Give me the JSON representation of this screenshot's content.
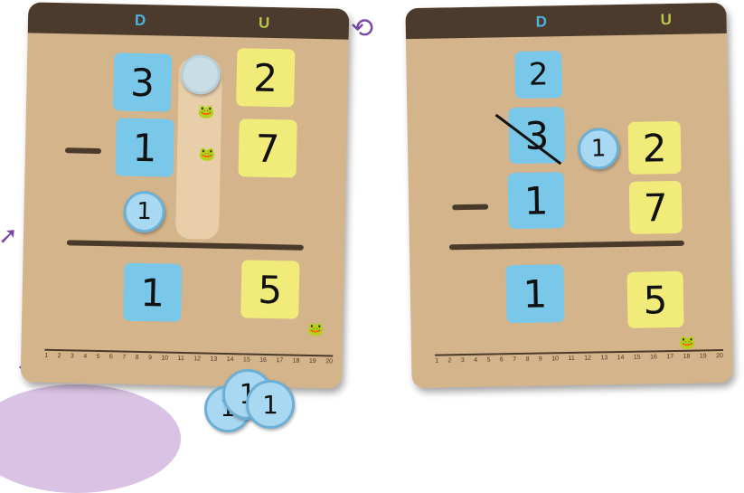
{
  "labels": {
    "tens": "D",
    "units": "U"
  },
  "board_left": {
    "top_tens": "3",
    "top_units": "2",
    "sub_tens": "1",
    "sub_units": "7",
    "res_tens": "1",
    "res_units": "5",
    "carry_coin": "1"
  },
  "board_right": {
    "new_tens": "2",
    "crossed_tens": "3",
    "borrow_coin": "1",
    "top_units": "2",
    "sub_tens": "1",
    "sub_units": "7",
    "res_tens": "1",
    "res_units": "5"
  },
  "ruler": {
    "numbers": [
      "1",
      "2",
      "3",
      "4",
      "5",
      "6",
      "7",
      "8",
      "9",
      "10",
      "11",
      "12",
      "13",
      "14",
      "15",
      "16",
      "17",
      "18",
      "19",
      "20"
    ]
  },
  "coins_pile": [
    "1",
    "1",
    "1"
  ],
  "icons": {
    "rotate": "rotate-arrow-icon",
    "arrow": "curved-arrow-icon"
  },
  "colors": {
    "board": "#d4b48a",
    "tens": "#79c8e9",
    "units": "#f1ec7a",
    "accent": "#7a4aa6"
  }
}
